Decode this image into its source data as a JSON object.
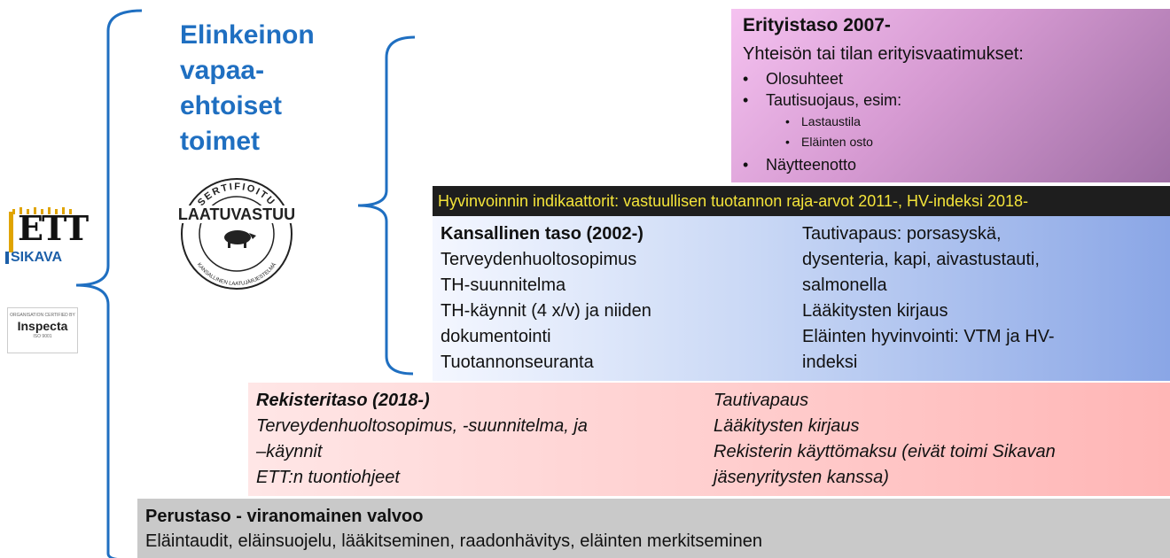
{
  "heading": {
    "lines": [
      "Elinkeinon",
      "vapaa-",
      "ehtoiset",
      "toimet"
    ]
  },
  "logos": {
    "ett": "ETT",
    "sikava": "SIKAVA",
    "stamp_top": "SERTIFIOITU",
    "stamp_middle": "LAATUVASTUU",
    "stamp_bottom": "KANSALLINEN LAATUJÄRJESTELMÄ",
    "inspecta_small": "ORGANISATION CERTIFIED BY",
    "inspecta": "Inspecta",
    "inspecta_iso": "ISO 9001"
  },
  "erityistaso": {
    "title": "Erityistaso 2007-",
    "subtitle": "Yhteisön tai tilan erityisvaatimukset:",
    "bullets": [
      "Olosuhteet",
      "Tautisuojaus, esim:",
      "Näytteenotto"
    ],
    "sub_bullets": [
      "Lastaustila",
      "Eläinten osto"
    ]
  },
  "indicator_bar": "Hyvinvoinnin indikaattorit: vastuullisen tuotannon raja-arvot 2011-, HV-indeksi 2018-",
  "kansallinen": {
    "title": "Kansallinen taso (2002-)",
    "left": [
      "Terveydenhuoltosopimus",
      "TH-suunnitelma",
      "TH-käynnit (4 x/v) ja niiden",
      "dokumentointi",
      "Tuotannonseuranta"
    ],
    "right": [
      "Tautivapaus: porsasyskä,",
      "dysenteria, kapi, aivastustauti,",
      "salmonella",
      "Lääkitysten kirjaus",
      "Eläinten hyvinvointi: VTM ja HV-",
      "indeksi"
    ]
  },
  "rekisteritaso": {
    "title": "Rekisteritaso (2018-)",
    "left": [
      "Terveydenhuoltosopimus, -suunnitelma, ja",
      "–käynnit",
      "ETT:n tuontiohjeet"
    ],
    "right": [
      "Tautivapaus",
      "Lääkitysten kirjaus",
      "Rekisterin käyttömaksu (eivät toimi Sikavan",
      "jäsenyritysten kanssa)"
    ]
  },
  "perustaso": {
    "title": "Perustaso - viranomainen valvoo",
    "text": "Eläintaudit, eläinsuojelu, lääkitseminen, raadonhävitys, eläinten merkitseminen"
  },
  "colors": {
    "heading": "#1f6fc1",
    "brace": "#1f6fc1",
    "indicator_text": "#f4e43a",
    "indicator_bg": "#1e1e1e"
  }
}
